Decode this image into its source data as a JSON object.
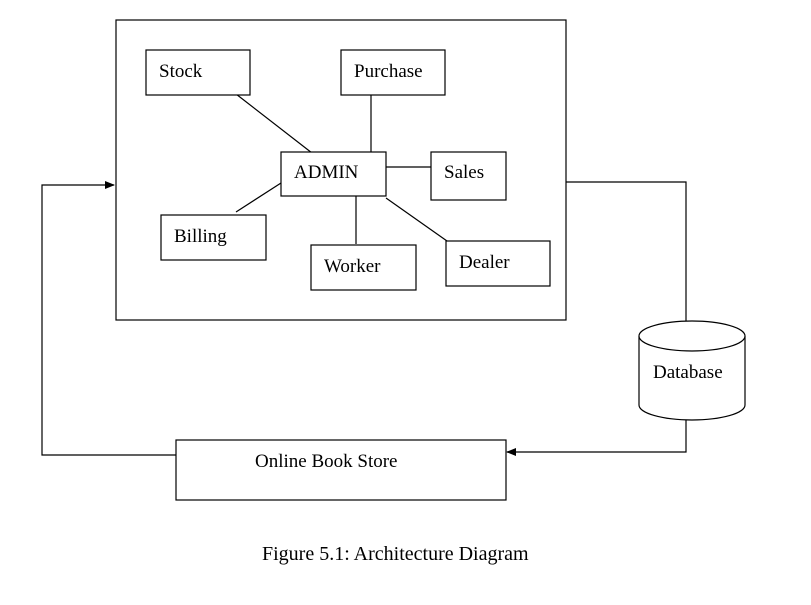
{
  "diagram": {
    "modules": {
      "stock": "Stock",
      "purchase": "Purchase",
      "admin": "ADMIN",
      "sales": "Sales",
      "billing": "Billing",
      "worker": "Worker",
      "dealer": "Dealer"
    },
    "database": "Database",
    "store": "Online Book Store",
    "caption": "Figure 5.1: Architecture Diagram"
  }
}
